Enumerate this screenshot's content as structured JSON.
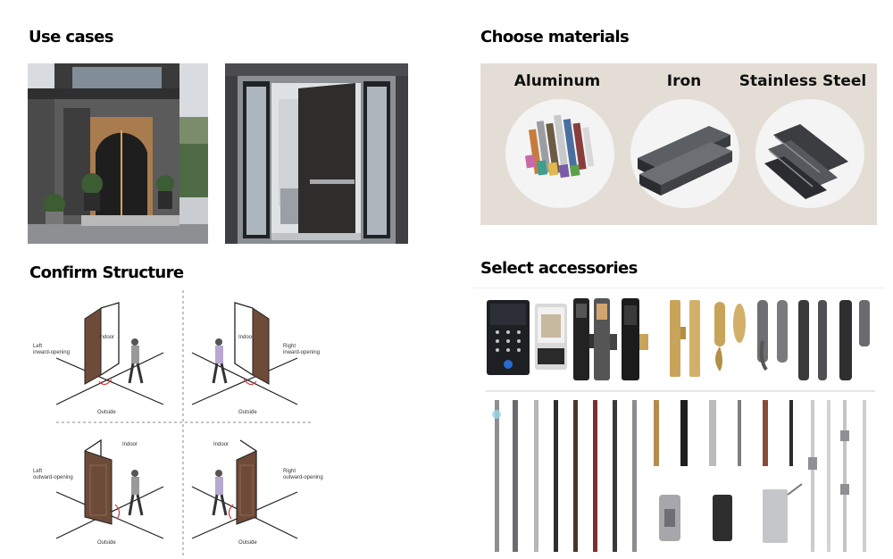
{
  "sections": {
    "use_cases": {
      "title": "Use cases"
    },
    "materials": {
      "title": "Choose materials",
      "items": [
        {
          "label": "Aluminum",
          "icon": "aluminum-profiles-image"
        },
        {
          "label": "Iron",
          "icon": "iron-tubes-image"
        },
        {
          "label": "Stainless Steel",
          "icon": "stainless-steel-profiles-image"
        }
      ]
    },
    "structure": {
      "title": "Confirm Structure",
      "quadrants": [
        {
          "room": "Indoor",
          "direction": "Left\ninward-opening",
          "outside": "Outside"
        },
        {
          "room": "Indoor",
          "direction": "Right\ninward-opening",
          "outside": "Outside"
        },
        {
          "room": "Indoor",
          "direction": "Left\noutward-opening",
          "outside": "Outside"
        },
        {
          "room": "Indoor",
          "direction": "Right\noutward-opening",
          "outside": "Outside"
        }
      ]
    },
    "accessories": {
      "title": "Select accessories"
    }
  },
  "colors": {
    "panel_beige": "#e4ddd5",
    "door_dark": "#2a2a2a",
    "wall_gray": "#6b6b6b",
    "wood_brown": "#5a3d2b",
    "brass": "#c8a45a"
  }
}
